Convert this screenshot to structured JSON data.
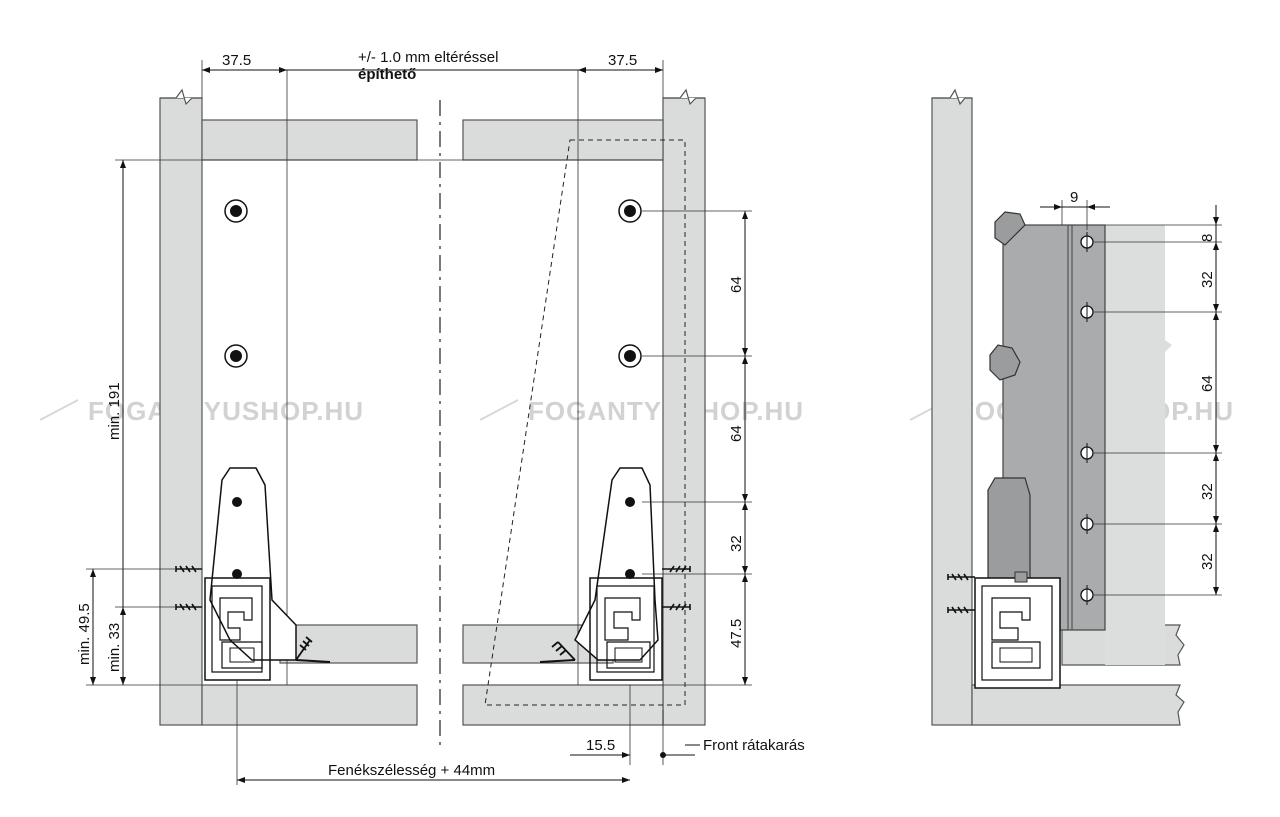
{
  "header_note_line1": "+/- 1.0 mm eltéréssel",
  "header_note_line2": "építhető",
  "dims": {
    "left_top": "37.5",
    "right_top": "37.5",
    "min191": "min. 191",
    "min495": "min. 49.5",
    "min33": "min. 33",
    "v64a": "64",
    "v64b": "64",
    "v32": "32",
    "v475": "47.5",
    "d155": "15.5",
    "front": "Front rátakarás",
    "bottom": "Fenékszélesség + 44mm"
  },
  "side": {
    "top9": "9",
    "r8": "8",
    "r32a": "32",
    "r64": "64",
    "r32b": "32",
    "r32c": "32"
  },
  "watermark": "FOGANTYUSHOP.HU",
  "colors": {
    "panel": "#dadcdc",
    "rail": "#a9abad",
    "ink": "#111111"
  }
}
